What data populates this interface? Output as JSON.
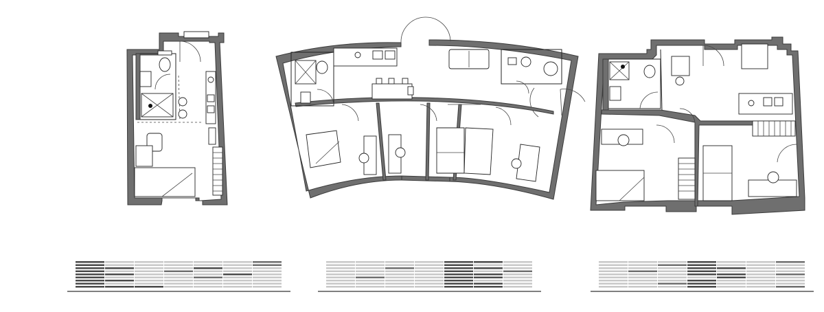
{
  "plans": [
    {
      "id": "studio",
      "label": ""
    },
    {
      "id": "curved-cluster",
      "label": ""
    },
    {
      "id": "two-bed",
      "label": ""
    }
  ],
  "bar_colors": {
    "wall": "#6f6f6f",
    "dark": "#4a4a4a",
    "light": "#c8c8c8",
    "rule": "#333333"
  },
  "stacking_diagrams": [
    {
      "rows": [
        [
          1,
          2,
          2,
          2,
          2,
          2,
          3
        ],
        [
          1,
          2,
          2,
          2,
          2,
          2,
          3
        ],
        [
          1,
          1,
          2,
          2,
          1,
          2,
          2
        ],
        [
          1,
          2,
          2,
          3,
          2,
          2,
          2
        ],
        [
          1,
          1,
          2,
          2,
          2,
          1,
          2
        ],
        [
          1,
          2,
          2,
          2,
          3,
          2,
          2
        ],
        [
          1,
          1,
          2,
          2,
          2,
          2,
          2
        ],
        [
          1,
          2,
          2,
          2,
          2,
          2,
          2
        ],
        [
          1,
          1,
          1,
          2,
          2,
          2,
          2
        ]
      ]
    },
    {
      "rows": [
        [
          2,
          2,
          2,
          2,
          1,
          1,
          2
        ],
        [
          2,
          2,
          2,
          2,
          1,
          2,
          2
        ],
        [
          2,
          2,
          3,
          2,
          1,
          1,
          2
        ],
        [
          2,
          2,
          2,
          2,
          1,
          2,
          3
        ],
        [
          2,
          2,
          2,
          2,
          1,
          1,
          2
        ],
        [
          2,
          3,
          2,
          2,
          1,
          1,
          2
        ],
        [
          2,
          2,
          2,
          2,
          1,
          2,
          2
        ],
        [
          2,
          2,
          2,
          2,
          1,
          1,
          2
        ],
        [
          2,
          2,
          2,
          2,
          1,
          1,
          2
        ]
      ]
    },
    {
      "rows": [
        [
          2,
          2,
          2,
          1,
          2,
          2,
          3
        ],
        [
          2,
          2,
          3,
          1,
          2,
          2,
          2
        ],
        [
          2,
          2,
          2,
          1,
          1,
          2,
          2
        ],
        [
          2,
          3,
          2,
          1,
          2,
          2,
          2
        ],
        [
          2,
          2,
          2,
          1,
          1,
          2,
          3
        ],
        [
          2,
          2,
          2,
          2,
          1,
          2,
          2
        ],
        [
          2,
          2,
          2,
          1,
          2,
          2,
          2
        ],
        [
          2,
          2,
          3,
          1,
          2,
          2,
          2
        ],
        [
          2,
          2,
          2,
          1,
          2,
          2,
          3
        ]
      ]
    }
  ]
}
